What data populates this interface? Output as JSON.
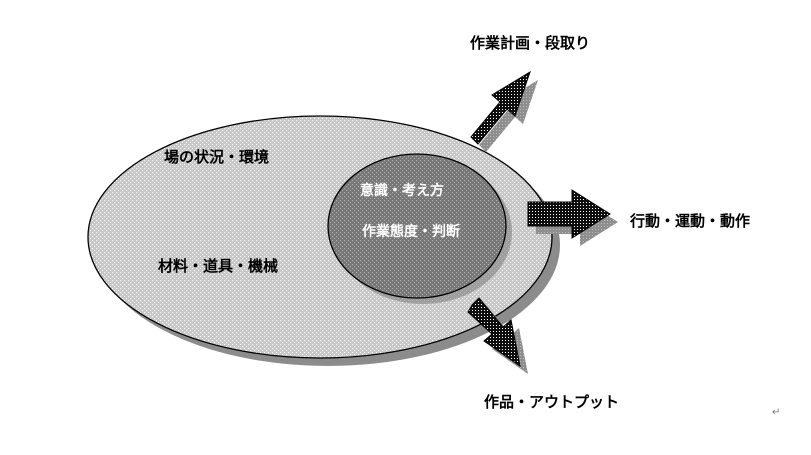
{
  "colors": {
    "outer_fill": "#c4c4c4",
    "inner_fill": "#777777",
    "arrow_fill": "#111111",
    "shadow": "#8c8c8c",
    "outline": "#000000"
  },
  "outer": {
    "label_top": "場の状況・環境",
    "label_bottom": "材料・道具・機械"
  },
  "inner": {
    "line1": "意識・考え方",
    "line2": "作業態度・判断"
  },
  "outputs": {
    "top": "作業計画・段取り",
    "right": "行動・運動・動作",
    "bottom": "作品・アウトプット"
  },
  "paragraph_mark": "↵"
}
